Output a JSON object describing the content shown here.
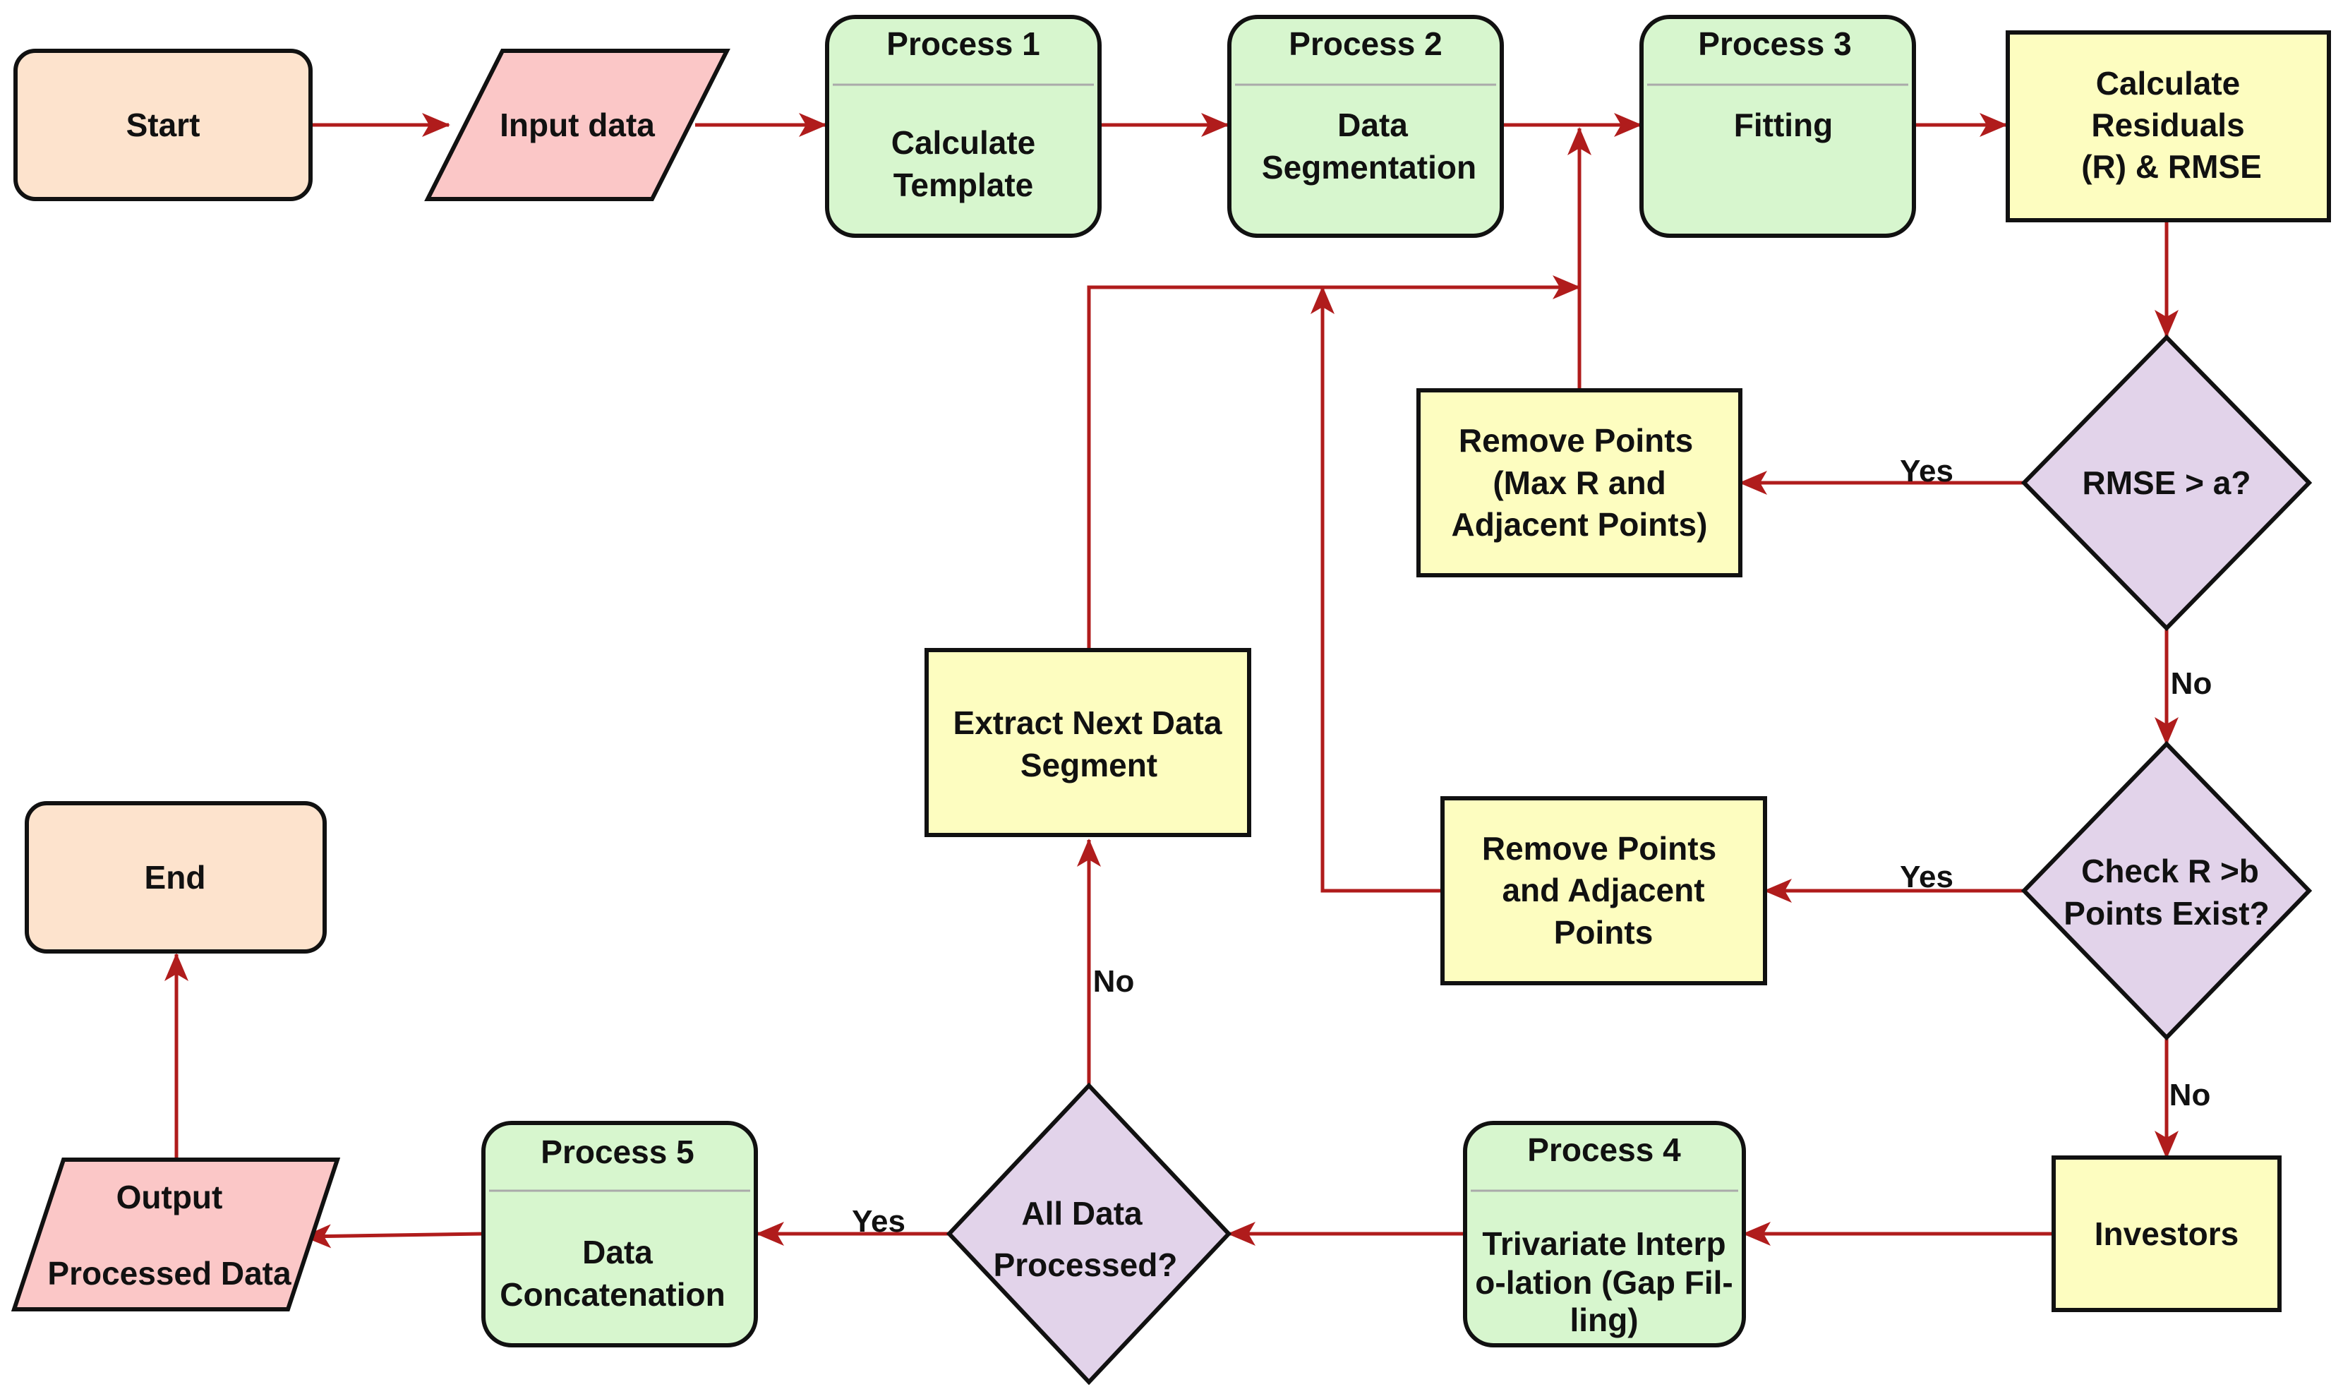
{
  "colors": {
    "arrow": "#b01c1c",
    "border": "#111111",
    "terminal_fill": "#fde3cd",
    "io_fill": "#fbc7c7",
    "process_fill": "#d7f6ce",
    "action_fill": "#fdfdc0",
    "decision_fill": "#e2d3ea"
  },
  "nodes": {
    "start": "Start",
    "input": "Input data",
    "p1": {
      "title": "Process 1",
      "lines": [
        "Calculate",
        "Template"
      ]
    },
    "p2": {
      "title": "Process 2",
      "lines": [
        "Data",
        "Segmentation"
      ]
    },
    "p3": {
      "title": "Process 3",
      "lines": [
        "Fitting"
      ]
    },
    "calc": {
      "lines": [
        "Calculate",
        "Residuals",
        "(R) & RMSE"
      ]
    },
    "rmse": "RMSE > a?",
    "rm1": {
      "lines": [
        "Remove Points",
        "(Max R and",
        "Adjacent Points)"
      ]
    },
    "check": {
      "lines": [
        "Check R >b",
        "Points Exist?"
      ]
    },
    "rm2": {
      "lines": [
        "Remove Points",
        "and Adjacent",
        "Points"
      ]
    },
    "investors": "Investors",
    "p4": {
      "title": "Process 4",
      "lines": [
        "Trivariate Interp",
        "o-lation (Gap Fil-",
        "ling)"
      ]
    },
    "alldata": {
      "lines": [
        "All Data",
        "Processed?"
      ]
    },
    "extract": {
      "lines": [
        "Extract Next Data",
        "Segment"
      ]
    },
    "p5": {
      "title": "Process 5",
      "lines": [
        "Data",
        "Concatenation"
      ]
    },
    "output": {
      "lines": [
        "Output",
        "Processed Data"
      ]
    },
    "end": "End"
  },
  "edges": {
    "rmse_yes": "Yes",
    "rmse_no": "No",
    "check_yes": "Yes",
    "check_no": "No",
    "alldata_yes": "Yes",
    "alldata_no": "No"
  }
}
